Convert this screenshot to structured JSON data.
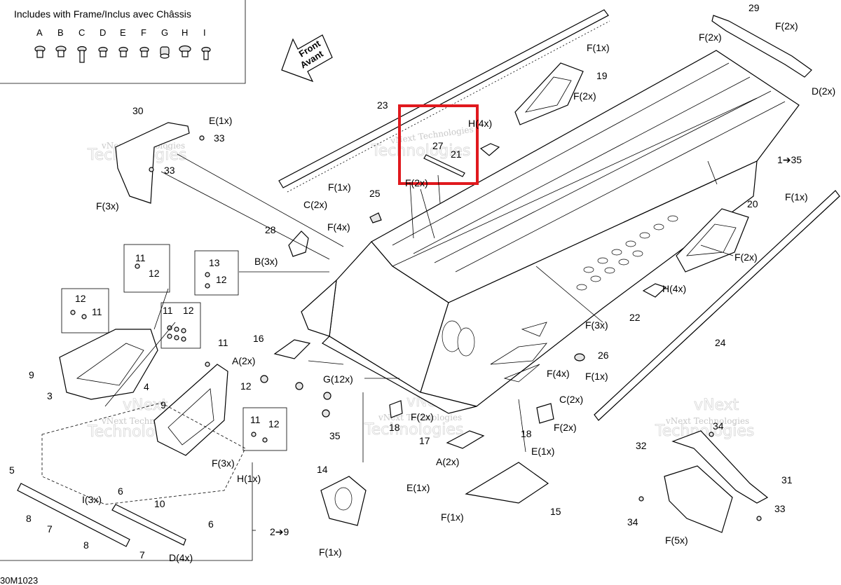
{
  "legend": {
    "title": "Includes with Frame/Inclus avec Châssis",
    "letters": [
      "A",
      "B",
      "C",
      "D",
      "E",
      "F",
      "G",
      "H",
      "I"
    ]
  },
  "front_arrow": {
    "line1": "Front",
    "line2": "Avant"
  },
  "watermark": {
    "company": "vNext Technologies",
    "tech": "Technologies",
    "next": "vNext"
  },
  "highlight_color": "#e0191e",
  "callouts": {
    "c29": "29",
    "f2x_a": "F(2x)",
    "f2x_b": "F(2x)",
    "f1x_a": "F(1x)",
    "d2x_a": "D(2x)",
    "c19": "19",
    "f2x_c": "F(2x)",
    "c23": "23",
    "h4x_a": "H(4x)",
    "c27": "27",
    "c21": "21",
    "f1x_b": "F(1x)",
    "c2x_a": "C(2x)",
    "f2x_frag": "F(2x)",
    "c30": "30",
    "e1x_a": "E(1x)",
    "c33_a": "33",
    "c33_b": "33",
    "f3x_a": "F(3x)",
    "range_1_35": "1➔35",
    "f1x_c": "F(1x)",
    "c25": "25",
    "f4x_a": "F(4x)",
    "c20": "20",
    "f2x_d": "F(2x)",
    "c28": "28",
    "b3x": "B(3x)",
    "c11_a": "11",
    "c12_a": "12",
    "c13": "13",
    "c12_b": "12",
    "h4x_b": "H(4x)",
    "c22": "22",
    "f3x_b": "F(3x)",
    "c12_c": "12",
    "c11_b": "11",
    "c11_c": "11",
    "c12_d": "12",
    "c16": "16",
    "a2x_a": "A(2x)",
    "c11_d": "11",
    "c24": "24",
    "c26": "26",
    "f4x_b": "F(4x)",
    "c9_a": "9",
    "c3": "3",
    "c4": "4",
    "g12x": "G(12x)",
    "c12_e": "12",
    "f1x_d": "F(1x)",
    "c2x_b": "C(2x)",
    "c9_b": "9",
    "c11_e": "11",
    "c12_f": "12",
    "c35": "35",
    "c18_a": "18",
    "f2x_e": "F(2x)",
    "c18_b": "18",
    "f2x_f": "F(2x)",
    "c17": "17",
    "a2x_b": "A(2x)",
    "c34_a": "34",
    "c32": "32",
    "e1x_b": "E(1x)",
    "c14": "14",
    "e1x_c": "E(1x)",
    "f3x_c": "F(3x)",
    "c5": "5",
    "h1x": "H(1x)",
    "c6_a": "6",
    "i3x": "I(3x)",
    "c10": "10",
    "c8_a": "8",
    "c7_a": "7",
    "c6_b": "6",
    "f1x_e": "F(1x)",
    "c15": "15",
    "c31": "31",
    "c33_c": "33",
    "c34_b": "34",
    "range_2_9": "2➔9",
    "c8_b": "8",
    "c7_b": "7",
    "d4x": "D(4x)",
    "f1x_f": "F(1x)",
    "f5x": "F(5x)"
  },
  "drawing_code": "30M1023"
}
